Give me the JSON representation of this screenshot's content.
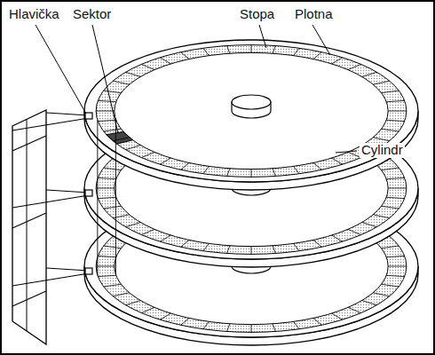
{
  "diagram": {
    "labels": [
      "Hlavička",
      "Sektor",
      "Stopa",
      "Plotna",
      "Cylindr"
    ]
  }
}
